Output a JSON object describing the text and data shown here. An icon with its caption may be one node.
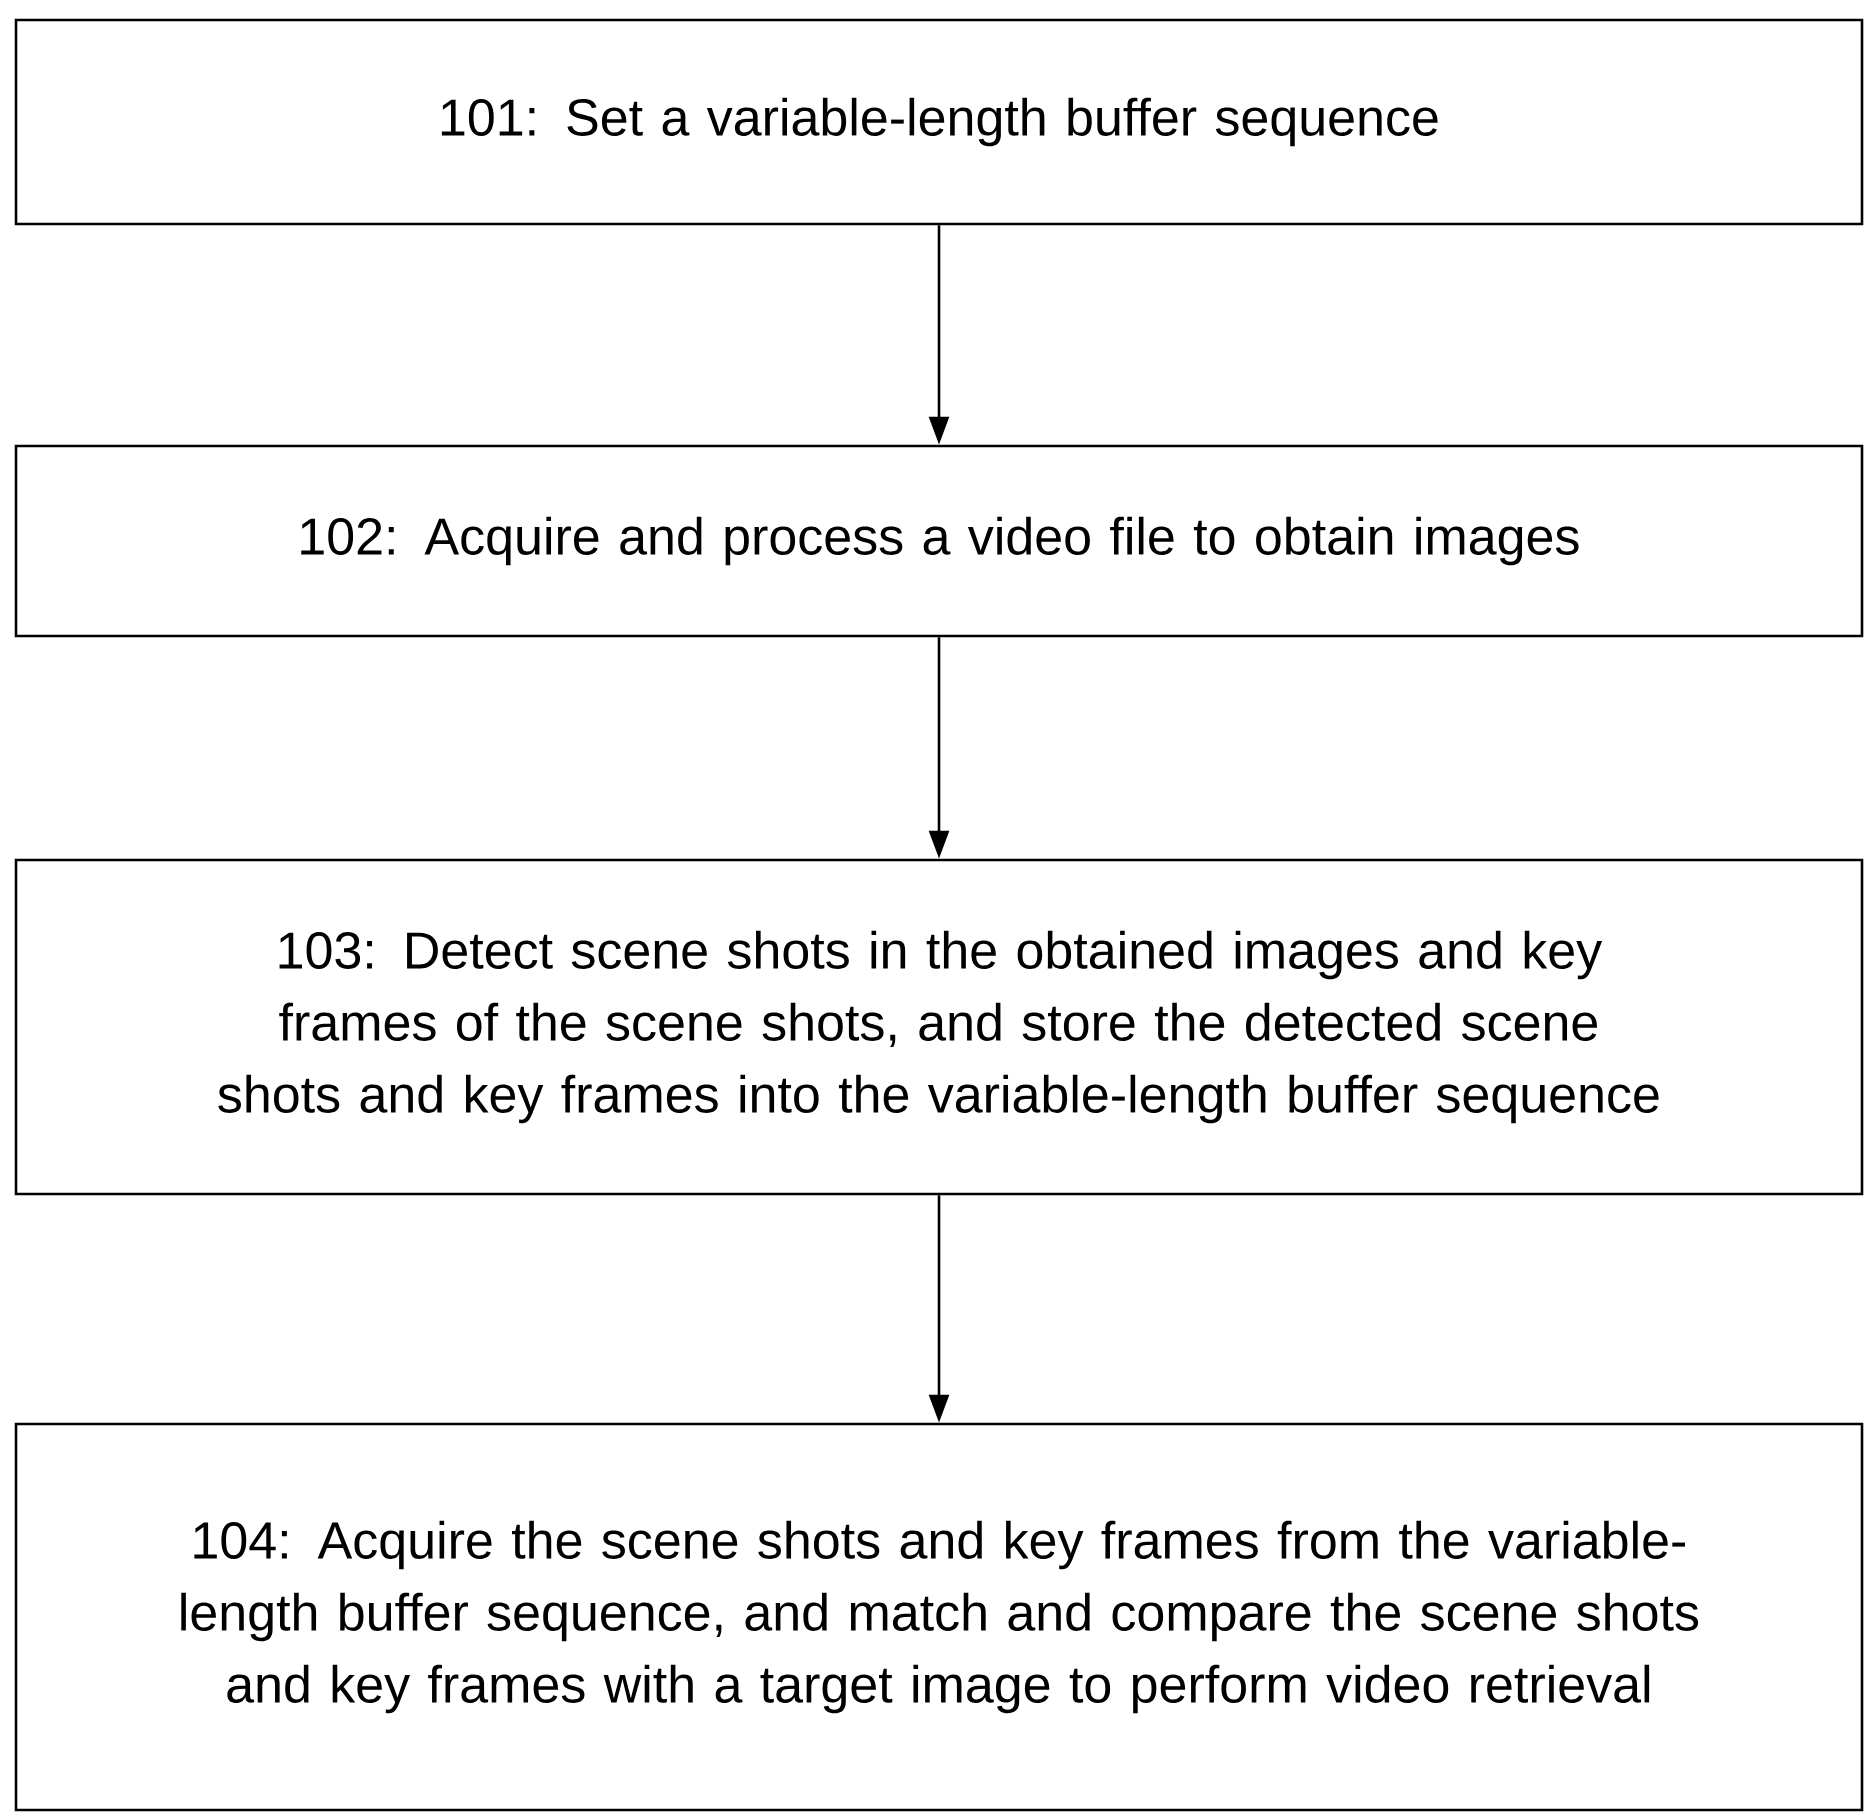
{
  "diagram": {
    "nodes": [
      {
        "text": [
          "101: Set a variable-length buffer sequence"
        ]
      },
      {
        "text": [
          "102: Acquire and process a video file to obtain images"
        ]
      },
      {
        "text": [
          "103: Detect scene shots in the obtained images and key frames of the scene shots, and store the detected scene shots and key frames into the variable-length buffer sequence"
        ]
      },
      {
        "text": [
          "104: Acquire the scene shots and key frames from the variable-length buffer sequence, and match and compare the scene shots and key frames with a target image to perform video retrieval"
        ]
      }
    ],
    "edges": [
      {
        "from": 0,
        "to": 1,
        "arrow": "to"
      },
      {
        "from": 1,
        "to": 2,
        "arrow": "to"
      },
      {
        "from": 2,
        "to": 3,
        "arrow": "to"
      }
    ]
  }
}
